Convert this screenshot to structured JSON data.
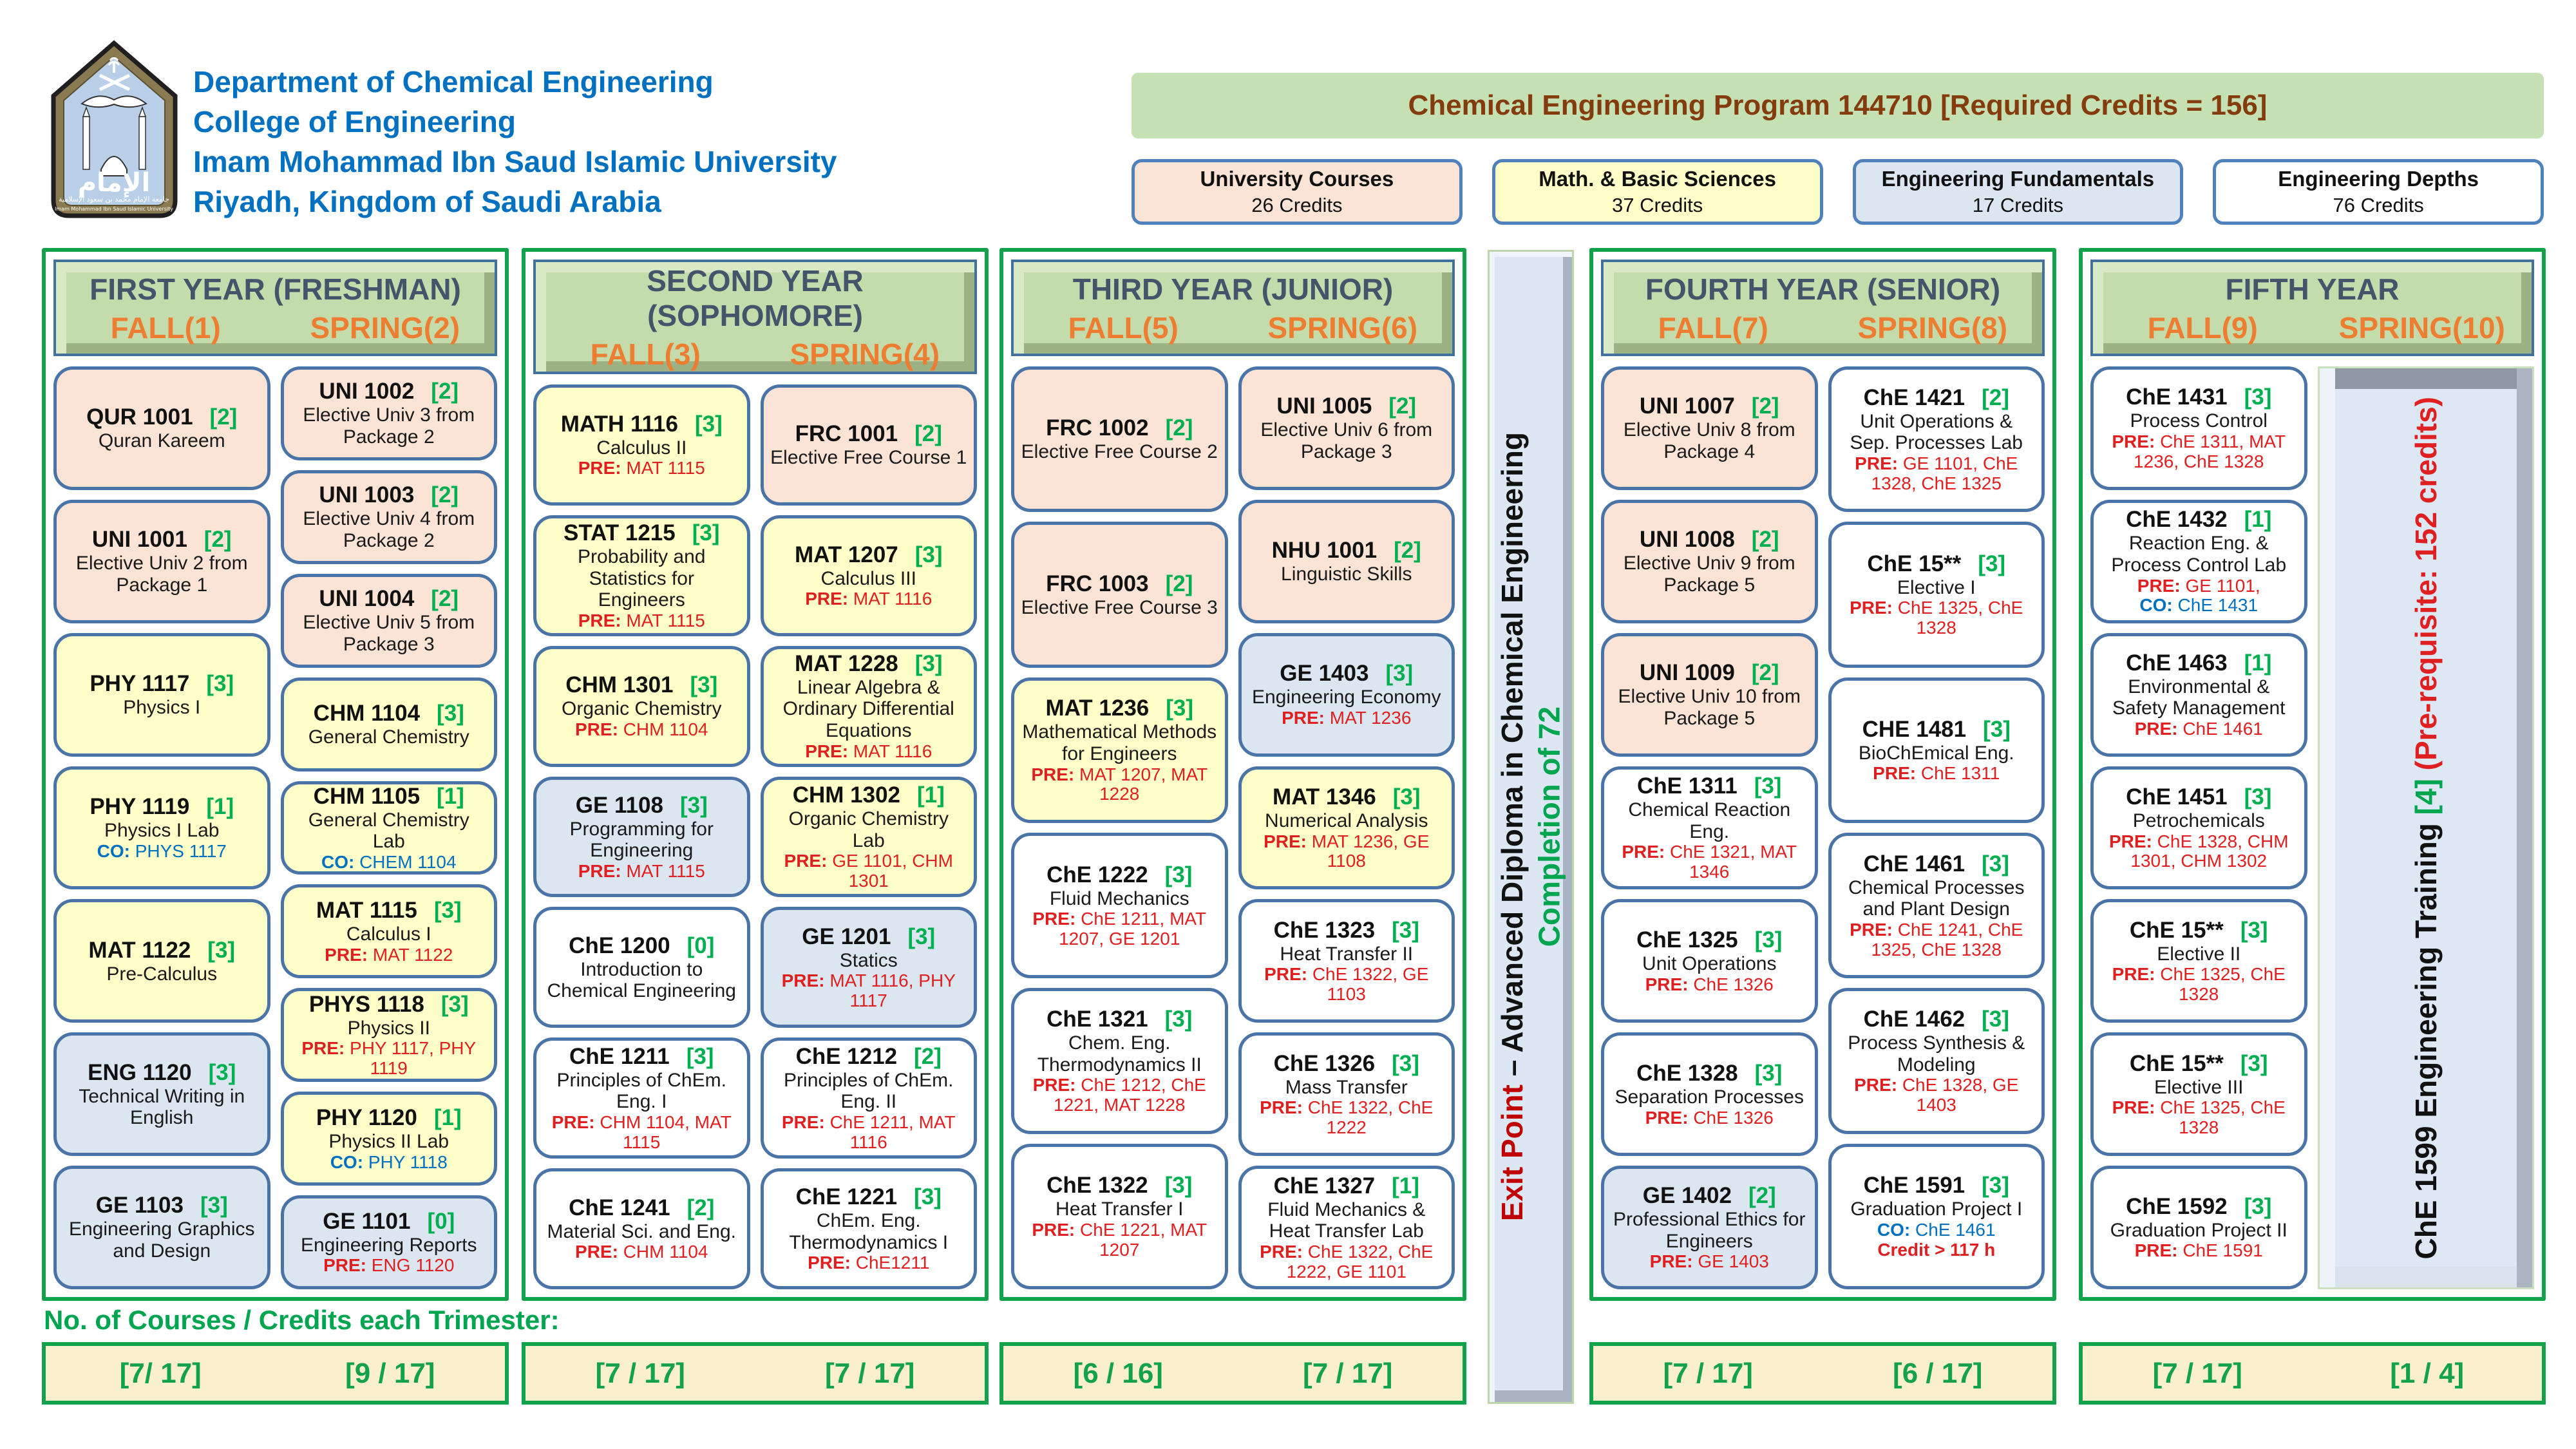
{
  "colors": {
    "peach": "#FBE3D5",
    "yellow": "#FFFFC9",
    "blue": "#DCE6F1",
    "white": "#FFFFFF",
    "accent_green": "#00B050",
    "pre_red": "#E02020",
    "co_blue": "#0070C0",
    "column_border_green": "#12A24C",
    "header_green": "#C5E0B3",
    "title_brown": "#843C0C",
    "orange": "#ED7D31",
    "slate": "#44546A",
    "dept_blue": "#0070C0"
  },
  "header": {
    "dept_lines": [
      "Department of Chemical Engineering",
      "College of Engineering",
      "Imam Mohammad Ibn Saud Islamic University",
      "Riyadh, Kingdom of Saudi Arabia"
    ],
    "program_title": "Chemical Engineering Program 144710 [Required Credits = 156]",
    "categories": [
      {
        "label": "University Courses",
        "credits": "26 Credits",
        "bg": "peach"
      },
      {
        "label": "Math. & Basic Sciences",
        "credits": "37 Credits",
        "bg": "yellow"
      },
      {
        "label": "Engineering Fundamentals",
        "credits": "17 Credits",
        "bg": "blue"
      },
      {
        "label": "Engineering Depths",
        "credits": "76 Credits",
        "bg": "white"
      }
    ]
  },
  "exit_bar": {
    "title_red": "Exit Point",
    "title_black": " – Advanced Diploma in Chemical Engineering",
    "subtitle": "Completion of 72"
  },
  "training_bar": {
    "black": "ChE 1599 Engineering Training ",
    "credits": "4",
    "red": " (Pre-requisite: 152 credits)"
  },
  "footer": {
    "label": "No. of Courses / Credits each Trimester:"
  },
  "years": [
    {
      "title": "FIRST YEAR (FRESHMAN)",
      "fall_label": "FALL(1)",
      "spring_label": "SPRING(2)",
      "fall_total": "[7/ 17]",
      "spring_total": "[9 / 17]",
      "fall": [
        {
          "c": "QUR 1001",
          "cr": "2",
          "n": "Quran Kareem",
          "bg": "peach"
        },
        {
          "c": "UNI 1001",
          "cr": "2",
          "n": "Elective Univ 2 from Package 1",
          "bg": "peach"
        },
        {
          "c": "PHY 1117",
          "cr": "3",
          "n": "Physics I",
          "bg": "yellow"
        },
        {
          "c": "PHY 1119",
          "cr": "1",
          "n": "Physics I Lab",
          "bg": "yellow",
          "co": "PHYS 1117"
        },
        {
          "c": "MAT 1122",
          "cr": "3",
          "n": "Pre-Calculus",
          "bg": "yellow"
        },
        {
          "c": "ENG 1120",
          "cr": "3",
          "n": "Technical Writing in English",
          "bg": "blue"
        },
        {
          "c": "GE 1103",
          "cr": "3",
          "n": "Engineering Graphics and Design",
          "bg": "blue"
        }
      ],
      "spring": [
        {
          "c": "UNI 1002",
          "cr": "2",
          "n": "Elective Univ 3 from Package 2",
          "bg": "peach"
        },
        {
          "c": "UNI 1003",
          "cr": "2",
          "n": "Elective Univ 4 from Package 2",
          "bg": "peach"
        },
        {
          "c": "UNI 1004",
          "cr": "2",
          "n": "Elective Univ 5 from Package 3",
          "bg": "peach"
        },
        {
          "c": "CHM 1104",
          "cr": "3",
          "n": "General Chemistry",
          "bg": "yellow"
        },
        {
          "c": "CHM 1105",
          "cr": "1",
          "n": "General Chemistry Lab",
          "bg": "yellow",
          "co": "CHEM 1104"
        },
        {
          "c": "MAT 1115",
          "cr": "3",
          "n": "Calculus I",
          "bg": "yellow",
          "pre": "MAT 1122"
        },
        {
          "c": "PHYS 1118",
          "cr": "3",
          "n": "Physics II",
          "bg": "yellow",
          "pre": "PHY 1117, PHY 1119"
        },
        {
          "c": "PHY 1120",
          "cr": "1",
          "n": "Physics II Lab",
          "bg": "yellow",
          "co": "PHY 1118"
        },
        {
          "c": "GE 1101",
          "cr": "0",
          "n": "Engineering Reports",
          "bg": "blue",
          "pre": "ENG 1120"
        }
      ]
    },
    {
      "title": "SECOND YEAR (SOPHOMORE)",
      "fall_label": "FALL(3)",
      "spring_label": "SPRING(4)",
      "fall_total": "[7 / 17]",
      "spring_total": "[7 / 17]",
      "fall": [
        {
          "c": "MATH 1116",
          "cr": "3",
          "n": "Calculus II",
          "bg": "yellow",
          "pre": "MAT 1115"
        },
        {
          "c": "STAT 1215",
          "cr": "3",
          "n": "Probability and Statistics for Engineers",
          "bg": "yellow",
          "pre": "MAT 1115"
        },
        {
          "c": "CHM 1301",
          "cr": "3",
          "n": "Organic Chemistry",
          "bg": "yellow",
          "pre": "CHM 1104"
        },
        {
          "c": "GE 1108",
          "cr": "3",
          "n": "Programming for Engineering",
          "bg": "blue",
          "pre": "MAT 1115"
        },
        {
          "c": "ChE 1200",
          "cr": "0",
          "n": "Introduction to Chemical Engineering",
          "bg": "white"
        },
        {
          "c": "ChE 1211",
          "cr": "3",
          "n": "Principles of ChEm. Eng. I",
          "bg": "white",
          "pre": "CHM 1104, MAT 1115"
        },
        {
          "c": "ChE 1241",
          "cr": "2",
          "n": "Material Sci. and Eng.",
          "bg": "white",
          "pre": "CHM 1104"
        }
      ],
      "spring": [
        {
          "c": "FRC 1001",
          "cr": "2",
          "n": "Elective Free Course 1",
          "bg": "peach"
        },
        {
          "c": "MAT 1207",
          "cr": "3",
          "n": "Calculus III",
          "bg": "yellow",
          "pre": "MAT 1116"
        },
        {
          "c": "MAT 1228",
          "cr": "3",
          "n": "Linear Algebra & Ordinary Differential Equations",
          "bg": "yellow",
          "pre": "MAT 1116"
        },
        {
          "c": "CHM 1302",
          "cr": "1",
          "n": "Organic Chemistry Lab",
          "bg": "yellow",
          "pre": "GE 1101, CHM 1301"
        },
        {
          "c": "GE 1201",
          "cr": "3",
          "n": "Statics",
          "bg": "blue",
          "pre": "MAT 1116, PHY 1117"
        },
        {
          "c": "ChE 1212",
          "cr": "2",
          "n": "Principles of ChEm. Eng. II",
          "bg": "white",
          "pre": "ChE 1211, MAT 1116"
        },
        {
          "c": "ChE 1221",
          "cr": "3",
          "n": "ChEm. Eng. Thermodynamics I",
          "bg": "white",
          "pre": "ChE1211"
        }
      ]
    },
    {
      "title": "THIRD YEAR (JUNIOR)",
      "fall_label": "FALL(5)",
      "spring_label": "SPRING(6)",
      "fall_total": "[6 / 16]",
      "spring_total": "[7 / 17]",
      "fall": [
        {
          "c": "FRC 1002",
          "cr": "2",
          "n": "Elective Free Course 2",
          "bg": "peach"
        },
        {
          "c": "FRC 1003",
          "cr": "2",
          "n": "Elective Free Course 3",
          "bg": "peach"
        },
        {
          "c": "MAT 1236",
          "cr": "3",
          "n": "Mathematical Methods for Engineers",
          "bg": "yellow",
          "pre": "MAT 1207, MAT 1228"
        },
        {
          "c": "ChE 1222",
          "cr": "3",
          "n": "Fluid Mechanics",
          "bg": "white",
          "pre": "ChE 1211, MAT 1207, GE 1201"
        },
        {
          "c": "ChE 1321",
          "cr": "3",
          "n": "Chem. Eng. Thermodynamics II",
          "bg": "white",
          "pre": "ChE 1212, ChE 1221, MAT 1228"
        },
        {
          "c": "ChE 1322",
          "cr": "3",
          "n": "Heat Transfer I",
          "bg": "white",
          "pre": "ChE 1221, MAT 1207"
        }
      ],
      "spring": [
        {
          "c": "UNI 1005",
          "cr": "2",
          "n": "Elective Univ 6 from Package 3",
          "bg": "peach"
        },
        {
          "c": "NHU 1001",
          "cr": "2",
          "n": "Linguistic Skills",
          "bg": "peach"
        },
        {
          "c": "GE 1403",
          "cr": "3",
          "n": "Engineering Economy",
          "bg": "blue",
          "pre": "MAT 1236"
        },
        {
          "c": "MAT 1346",
          "cr": "3",
          "n": "Numerical Analysis",
          "bg": "yellow",
          "pre": "MAT 1236, GE 1108"
        },
        {
          "c": "ChE 1323",
          "cr": "3",
          "n": "Heat Transfer II",
          "bg": "white",
          "pre": "ChE 1322, GE 1103"
        },
        {
          "c": "ChE 1326",
          "cr": "3",
          "n": "Mass Transfer",
          "bg": "white",
          "pre": "ChE 1322, ChE 1222"
        },
        {
          "c": "ChE 1327",
          "cr": "1",
          "n": "Fluid Mechanics & Heat Transfer Lab",
          "bg": "white",
          "pre": "ChE 1322, ChE 1222, GE 1101"
        }
      ]
    },
    {
      "title": "FOURTH YEAR (SENIOR)",
      "fall_label": "FALL(7)",
      "spring_label": "SPRING(8)",
      "fall_total": "[7 / 17]",
      "spring_total": "[6 / 17]",
      "fall": [
        {
          "c": "UNI 1007",
          "cr": "2",
          "n": "Elective Univ 8 from Package 4",
          "bg": "peach"
        },
        {
          "c": "UNI 1008",
          "cr": "2",
          "n": "Elective Univ 9 from Package 5",
          "bg": "peach"
        },
        {
          "c": "UNI 1009",
          "cr": "2",
          "n": "Elective Univ 10 from Package 5",
          "bg": "peach"
        },
        {
          "c": "ChE 1311",
          "cr": "3",
          "n": "Chemical Reaction Eng.",
          "bg": "white",
          "pre": "ChE 1321, MAT 1346"
        },
        {
          "c": "ChE 1325",
          "cr": "3",
          "n": "Unit Operations",
          "bg": "white",
          "pre": "ChE 1326"
        },
        {
          "c": "ChE 1328",
          "cr": "3",
          "n": "Separation Processes",
          "bg": "white",
          "pre": "ChE 1326"
        },
        {
          "c": "GE 1402",
          "cr": "2",
          "n": "Professional Ethics for Engineers",
          "bg": "blue",
          "pre": "GE 1403"
        }
      ],
      "spring": [
        {
          "c": "ChE 1421",
          "cr": "2",
          "n": "Unit Operations & Sep. Processes Lab",
          "bg": "white",
          "pre": "GE 1101, ChE 1328, ChE 1325"
        },
        {
          "c": "ChE 15**",
          "cr": "3",
          "n": "Elective I",
          "bg": "white",
          "pre": "ChE 1325, ChE 1328"
        },
        {
          "c": "CHE 1481",
          "cr": "3",
          "n": "BioChEmical Eng.",
          "bg": "white",
          "pre": "ChE 1311"
        },
        {
          "c": "ChE 1461",
          "cr": "3",
          "n": "Chemical Processes and Plant Design",
          "bg": "white",
          "pre": "ChE 1241, ChE 1325, ChE 1328"
        },
        {
          "c": "ChE 1462",
          "cr": "3",
          "n": "Process Synthesis & Modeling",
          "bg": "white",
          "pre": "ChE 1328, GE 1403"
        },
        {
          "c": "ChE 1591",
          "cr": "3",
          "n": "Graduation Project I",
          "bg": "white",
          "co": "ChE 1461",
          "extra": "Credit > 117 h"
        }
      ]
    },
    {
      "title": "FIFTH YEAR",
      "fall_label": "FALL(9)",
      "spring_label": "SPRING(10)",
      "fall_total": "[7 / 17]",
      "spring_total": "[1 / 4]",
      "training": true,
      "fall": [
        {
          "c": "ChE 1431",
          "cr": "3",
          "n": "Process Control",
          "bg": "white",
          "pre": "ChE 1311, MAT 1236, ChE 1328"
        },
        {
          "c": "ChE 1432",
          "cr": "1",
          "n": "Reaction Eng. & Process Control Lab",
          "bg": "white",
          "pre": "GE 1101,",
          "co": "ChE 1431"
        },
        {
          "c": "ChE 1463",
          "cr": "1",
          "n": "Environmental & Safety Management",
          "bg": "white",
          "pre": "ChE 1461"
        },
        {
          "c": "ChE 1451",
          "cr": "3",
          "n": "Petrochemicals",
          "bg": "white",
          "pre": "ChE 1328, CHM 1301, CHM 1302"
        },
        {
          "c": "ChE 15**",
          "cr": "3",
          "n": "Elective II",
          "bg": "white",
          "pre": "ChE 1325, ChE 1328"
        },
        {
          "c": "ChE 15**",
          "cr": "3",
          "n": "Elective III",
          "bg": "white",
          "pre": "ChE 1325, ChE 1328"
        },
        {
          "c": "ChE 1592",
          "cr": "3",
          "n": "Graduation Project II",
          "bg": "white",
          "pre": "ChE 1591"
        }
      ],
      "spring": []
    }
  ]
}
